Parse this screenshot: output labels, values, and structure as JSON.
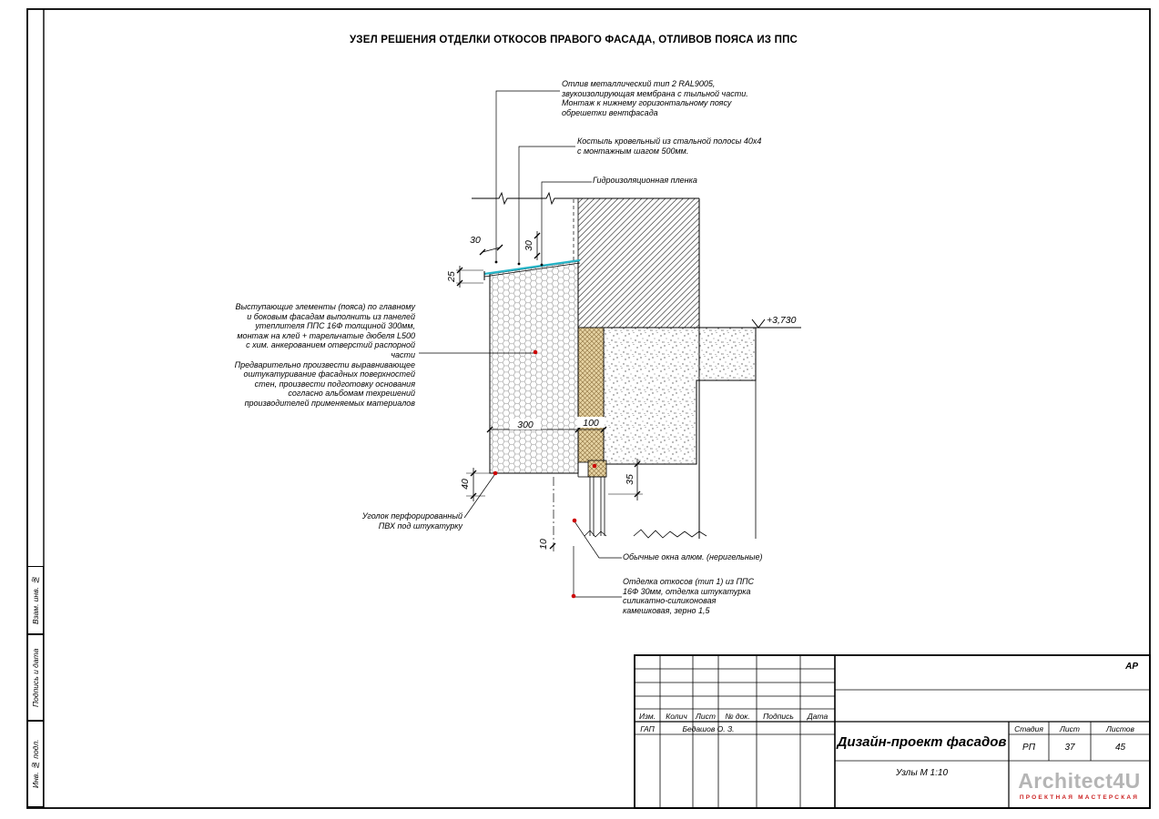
{
  "colors": {
    "leader_red": "#cc0000",
    "flashing_cyan": "#27b6c9",
    "insulation_tan": "#e6d3a3",
    "logo_gray": "#b5b5b5",
    "logo_red": "#cc2222"
  },
  "sheet": {
    "title": "УЗЕЛ РЕШЕНИЯ ОТДЕЛКИ ОТКОСОВ ПРАВОГО ФАСАДА, ОТЛИВОВ ПОЯСА ИЗ ППС"
  },
  "annotations": {
    "otliv": "Отлив металлический тип 2 RAL9005,\nзвукоизолирующая мембрана с тыльной части.\nМонтаж к нижнему горизонтальному поясу\nобрешетки вентфасада",
    "kostyl": "Костыль кровельный из стальной полосы 40х4\nс монтажным шагом 500мм.",
    "gidro": "Гидроизоляционная пленка",
    "vystup": "Выступающие элементы (пояса) по главному\nи боковым фасадам выполнить из панелей\nутеплителя ППС 16Ф толщиной 300мм,\nмонтаж на клей + тарельчатые дюбеля L500\nс хим. анкерованием отверстий распорной\nчасти\nПредварительно произвести выравнивающее\nоштукатуривание фасадных поверхностей\nстен, произвести подготовку основания\nсогласно альбомам техрешений\nпроизводителей применяемых материалов",
    "ugolok": "Уголок перфорированный\nПВХ под штукатурку",
    "okna": "Обычные окна алюм. (неригельные)",
    "otkosy": "Отделка откосов (тип 1) из ППС\n16Ф 30мм, отделка штукатурка\nсиликатно-силиконовая\nкамешковая, зерно 1,5"
  },
  "dims": {
    "d300": "300",
    "d100": "100",
    "d35": "35",
    "d40": "40",
    "d25": "25",
    "d30_top": "30",
    "d30_side": "30",
    "d10": "10",
    "level": "+3,730"
  },
  "margin": {
    "vzam": "Взам. инв. №",
    "podpis": "Подпись и дата",
    "inv": "Инв. № подл."
  },
  "titleblock": {
    "code": "АР",
    "headers": {
      "izm": "Изм.",
      "kolich": "Колич",
      "list": "Лист",
      "doc": "№ док.",
      "podp": "Подпись",
      "data": "Дата"
    },
    "role": "ГАП",
    "name": "Бедашов О. З.",
    "project": "Дизайн-проект фасадов",
    "stage_label": "Стадия",
    "sheet_label": "Лист",
    "sheets_label": "Листов",
    "stage": "РП",
    "sheet_no": "37",
    "sheets_total": "45",
    "sheet_title": "Узлы М 1:10",
    "logo": "Architect4U",
    "logo_sub": "ПРОЕКТНАЯ МАСТЕРСКАЯ"
  }
}
